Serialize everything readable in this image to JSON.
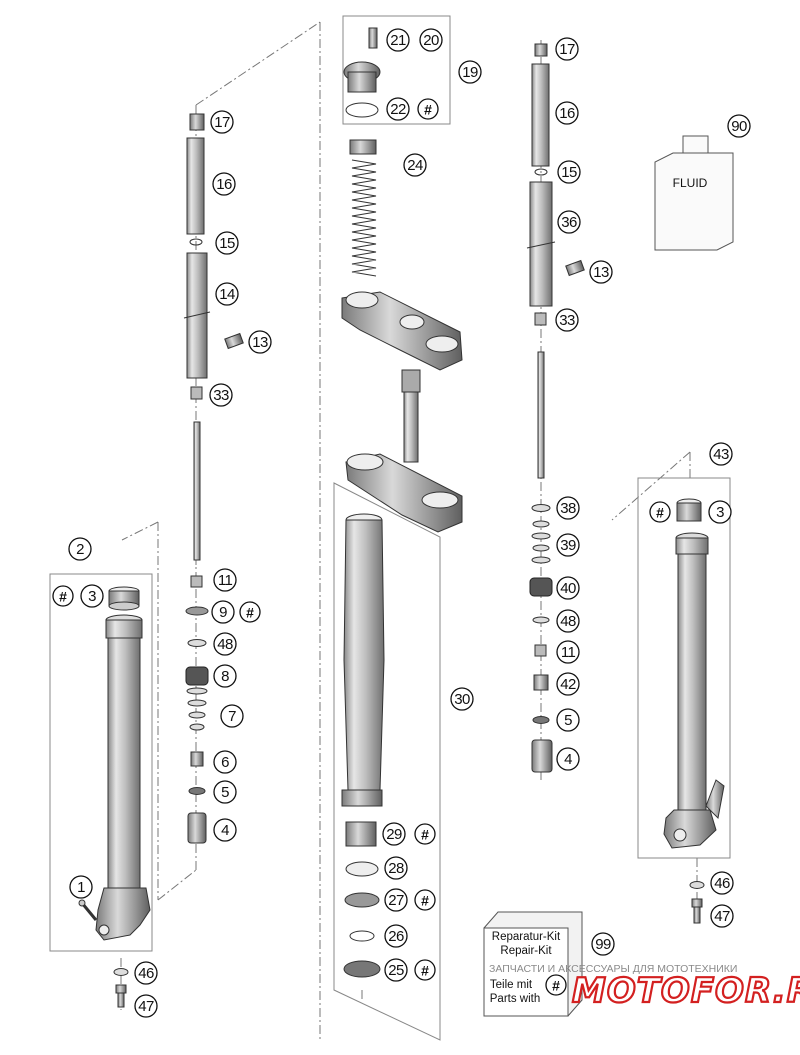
{
  "diagram": {
    "callouts": [
      {
        "id": "c2",
        "label": "2"
      },
      {
        "id": "c3a",
        "label": "3"
      },
      {
        "id": "c1",
        "label": "1"
      },
      {
        "id": "c46a",
        "label": "46"
      },
      {
        "id": "c47a",
        "label": "47"
      },
      {
        "id": "c17a",
        "label": "17"
      },
      {
        "id": "c16a",
        "label": "16"
      },
      {
        "id": "c15a",
        "label": "15"
      },
      {
        "id": "c14",
        "label": "14"
      },
      {
        "id": "c13a",
        "label": "13"
      },
      {
        "id": "c33a",
        "label": "33"
      },
      {
        "id": "c11a",
        "label": "11"
      },
      {
        "id": "c9",
        "label": "9"
      },
      {
        "id": "c48a",
        "label": "48"
      },
      {
        "id": "c8",
        "label": "8"
      },
      {
        "id": "c7",
        "label": "7"
      },
      {
        "id": "c6",
        "label": "6"
      },
      {
        "id": "c5a",
        "label": "5"
      },
      {
        "id": "c4a",
        "label": "4"
      },
      {
        "id": "c21",
        "label": "21"
      },
      {
        "id": "c20",
        "label": "20"
      },
      {
        "id": "c19",
        "label": "19"
      },
      {
        "id": "c22",
        "label": "22"
      },
      {
        "id": "c24",
        "label": "24"
      },
      {
        "id": "c30",
        "label": "30"
      },
      {
        "id": "c29",
        "label": "29"
      },
      {
        "id": "c28",
        "label": "28"
      },
      {
        "id": "c27",
        "label": "27"
      },
      {
        "id": "c26",
        "label": "26"
      },
      {
        "id": "c25",
        "label": "25"
      },
      {
        "id": "c17b",
        "label": "17"
      },
      {
        "id": "c16b",
        "label": "16"
      },
      {
        "id": "c15b",
        "label": "15"
      },
      {
        "id": "c36",
        "label": "36"
      },
      {
        "id": "c13b",
        "label": "13"
      },
      {
        "id": "c33b",
        "label": "33"
      },
      {
        "id": "c38",
        "label": "38"
      },
      {
        "id": "c39",
        "label": "39"
      },
      {
        "id": "c40",
        "label": "40"
      },
      {
        "id": "c48b",
        "label": "48"
      },
      {
        "id": "c11b",
        "label": "11"
      },
      {
        "id": "c42",
        "label": "42"
      },
      {
        "id": "c5b",
        "label": "5"
      },
      {
        "id": "c4b",
        "label": "4"
      },
      {
        "id": "c90",
        "label": "90"
      },
      {
        "id": "c43",
        "label": "43"
      },
      {
        "id": "c3b",
        "label": "3"
      },
      {
        "id": "c46b",
        "label": "46"
      },
      {
        "id": "c47b",
        "label": "47"
      },
      {
        "id": "c99",
        "label": "99"
      }
    ],
    "hash_symbol": "#",
    "fluid_label": "FLUID",
    "repair_kit": {
      "line1": "Reparatur-Kit",
      "line2": "Repair-Kit",
      "line3": "Teile mit",
      "line4": "Parts with"
    }
  },
  "watermark": {
    "tagline": "ЗАПЧАСТИ И АКСЕССУАРЫ ДЛЯ МОТОТЕХНИКИ",
    "logo": "MOTOFOR.RU",
    "color": "#d32020"
  }
}
